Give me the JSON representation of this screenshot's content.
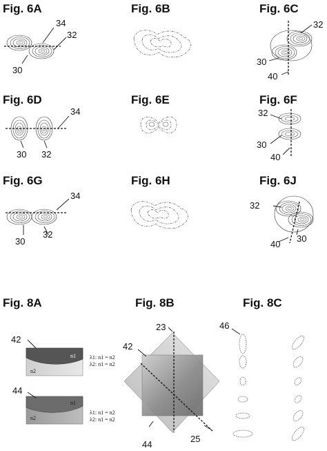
{
  "figures": {
    "f6A": "Fig. 6A",
    "f6B": "Fig. 6B",
    "f6C": "Fig. 6C",
    "f6D": "Fig. 6D",
    "f6E": "Fig. 6E",
    "f6F": "Fig. 6F",
    "f6G": "Fig. 6G",
    "f6H": "Fig. 6H",
    "f6J": "Fig. 6J",
    "f8A": "Fig. 8A",
    "f8B": "Fig. 8B",
    "f8C": "Fig. 8C"
  },
  "refs": {
    "r30": "30",
    "r32": "32",
    "r34": "34",
    "r40": "40",
    "r42": "42",
    "r44": "44",
    "r46": "46",
    "r23": "23",
    "r25": "25"
  },
  "fig8a": {
    "top_n1": "n1",
    "top_n2": "n2",
    "top_l1": "λ1: n1 = n2",
    "top_l2": "λ2: n1 = n2",
    "bot_n1": "n1",
    "bot_n2": "n2",
    "bot_l1": "λ1: n1 = n2",
    "bot_l2": "λ2: n1 = n2"
  }
}
